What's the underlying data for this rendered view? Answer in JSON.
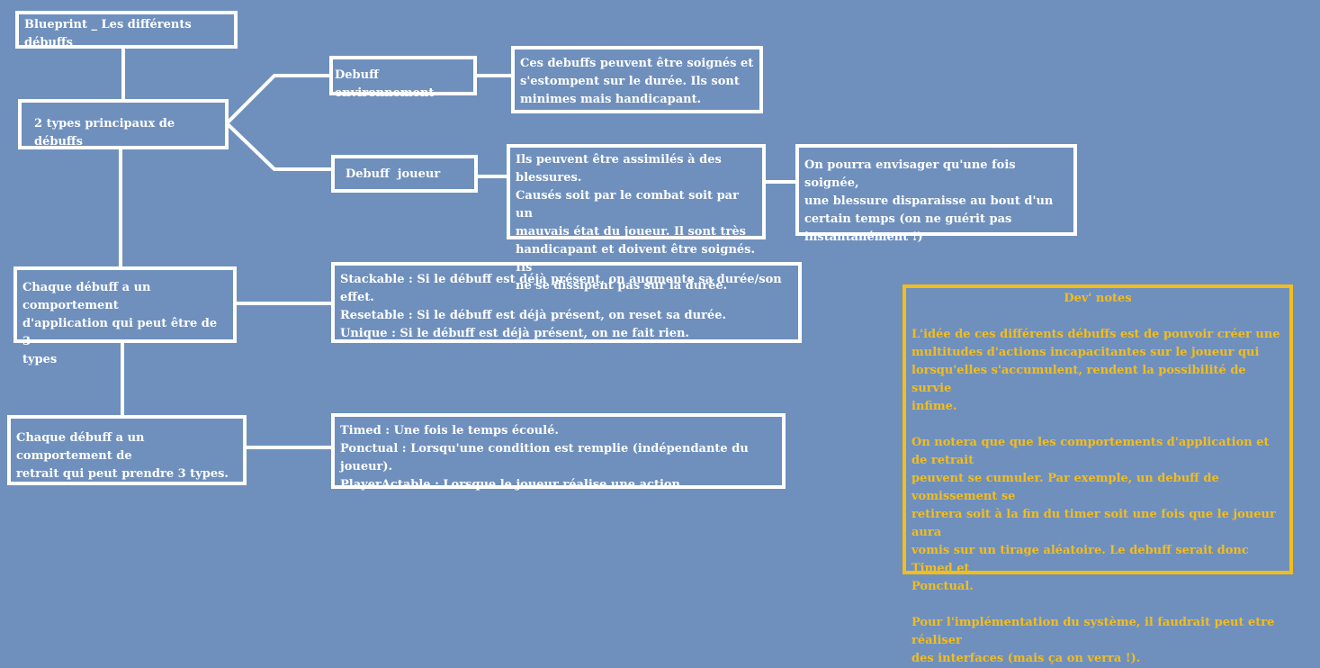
{
  "colors": {
    "background": "#6f90bd",
    "box_border": "#ffffff",
    "notes_accent": "#f3bd1b"
  },
  "title": "Blueprint _ Les différents débuffs",
  "main_types": "2 types principaux de débuffs",
  "env": {
    "label": "Debuff environnement",
    "desc_lines": [
      "Ces debuffs peuvent être soignés et",
      "s'estompent sur le durée. Ils sont",
      "minimes mais handicapant."
    ]
  },
  "player": {
    "label": "Debuff  joueur",
    "desc_lines": [
      "Ils peuvent être assimilés à des blessures.",
      "Causés soit par le combat soit par un",
      "mauvais état du joueur. Il sont très",
      "handicapant et doivent être soignés. Ils",
      "ne se dissipent pas sur la durée."
    ],
    "note_lines": [
      "On pourra envisager qu'une fois soignée,",
      "une blessure disparaisse au bout d'un",
      "certain temps (on ne guérit pas",
      "instantanément !)"
    ]
  },
  "application": {
    "label_lines": [
      "Chaque débuff a un comportement",
      "d'application qui peut être de 3",
      "types"
    ],
    "type_lines": [
      "Stackable : Si le débuff est déjà présent, on augmente sa durée/son effet.",
      "Resetable : Si le débuff est déjà présent, on reset sa durée.",
      "Unique : Si le débuff est déjà présent, on ne fait rien."
    ]
  },
  "retrait": {
    "label_lines": [
      "Chaque débuff a un comportement de",
      "retrait qui peut prendre 3 types."
    ],
    "type_lines": [
      "Timed : Une fois le temps écoulé.",
      "Ponctual : Lorsqu'une condition est remplie (indépendante du joueur).",
      "PlayerActable : Lorsque le joueur réalise une action."
    ]
  },
  "dev_notes": {
    "title": "Dev' notes",
    "para1": [
      "L'idée de ces différents débuffs est de pouvoir créer une",
      "multitudes d'actions incapacitantes sur le joueur qui",
      "lorsqu'elles s'accumulent, rendent la possibilité de survie",
      "infime."
    ],
    "para2": [
      "On notera que que les comportements d'application et de retrait",
      "peuvent se cumuler. Par exemple, un debuff de vomissement se",
      "retirera soit à la fin du timer soit une fois que le joueur aura",
      "vomis sur un tirage aléatoire. Le debuff serait donc Timed et",
      "Ponctual."
    ],
    "para3": [
      "Pour l'implémentation du système, il faudrait peut etre réaliser",
      "des interfaces (mais ça on verra !)."
    ]
  }
}
